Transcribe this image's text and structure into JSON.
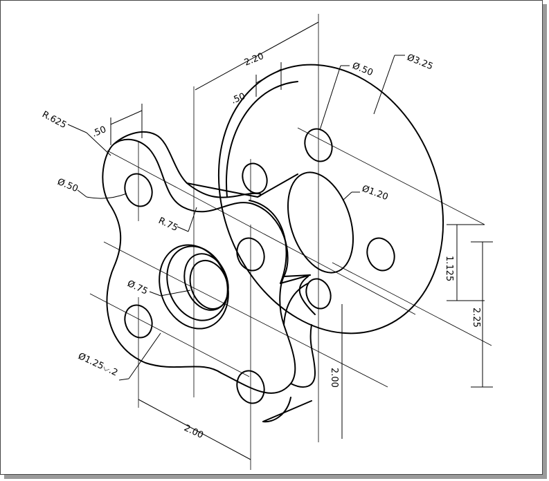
{
  "drawing": {
    "dimensions": {
      "r_625": "R.625",
      "dia_50_left": "Ø.50",
      "d_50_top_left": ".50",
      "r_75": "R.75",
      "dia_75": "Ø.75",
      "cbore": "Ø1.25⌵.2",
      "d_200_bottom": "2.00",
      "d_220": "2.20",
      "d_50_top": ".50",
      "dia_50_right": "Ø.50",
      "dia_325": "Ø3.25",
      "dia_120": "Ø1.20",
      "d_1125": "1.125",
      "d_225": "2.25",
      "d_200_vert": "2.00"
    }
  }
}
